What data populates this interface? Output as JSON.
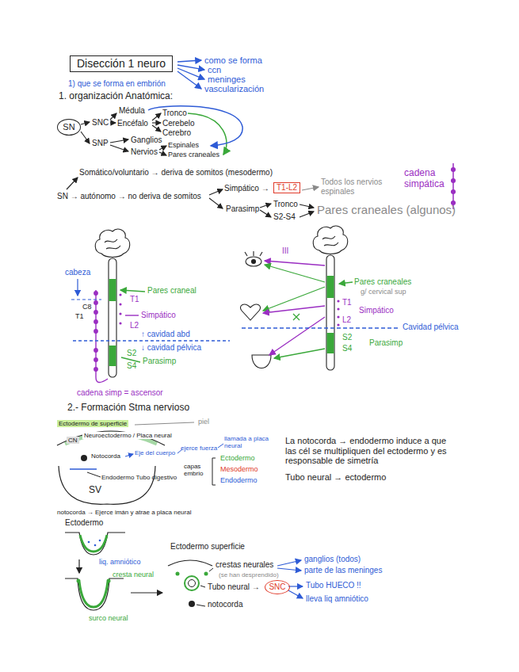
{
  "diagram": {
    "nodes": [
      {
        "text": [
          "Disección 1 neuro"
        ]
      },
      {
        "text": [
          "SN"
        ]
      },
      {
        "text": [
          "T1-L2"
        ]
      },
      {
        "text": [
          "SNC"
        ]
      }
    ],
    "labels": [
      "como se forma",
      "ccn",
      "meninges",
      "vascularización",
      "1) que se forma en embrión",
      "1. organización Anatómica:",
      "SNC",
      "Médula",
      "Encéfalo",
      "Tronco",
      "Cerebelo",
      "Cerebro",
      "SNP",
      "Ganglios",
      "Nervios",
      "Espinales",
      "Pares craneales",
      "Somático/voluntario → deriva de somitos (mesodermo)",
      "SN → autónomo → no deriva de somitos",
      "Simpático →",
      "Todos los nervios espinales",
      "cadena simpática",
      "Parasimp",
      "Tronco",
      "S2-S4",
      "Pares craneales (algunos)",
      "cabeza",
      "C8",
      "T1",
      "Pares craneal",
      "T1",
      "Simpático",
      "L2",
      "↑ cavidad abd",
      "↓ cavidad pélvica",
      "S2",
      "S4",
      "Parasimp",
      "cadena simp = ascensor",
      "III",
      "Pares craneales",
      "g/ cervical sup",
      "T1",
      "Simpático",
      "L2",
      "Cavidad pélvica",
      "S2",
      "S4",
      "Parasimp",
      "2.- Formación Stma nervioso",
      "Ectodermo de superficie",
      "piel",
      "Neuroectodermo / Placa neural",
      "CN",
      "Notocorda",
      "Eje del cuerpo",
      "ejerce fuerza",
      "llamada a placa neural",
      "Ectodermo",
      "capas embrio",
      "Mesodermo",
      "Endodermo",
      "Endodermo Tubo digestivo",
      "SV",
      "notocorda → Ejerce imán y atrae a placa neural",
      "La notocorda → endodermo induce a que las cél se multipliquen del ectodermo y es responsable de simetría",
      "Tubo neural → ectodermo",
      "Ectodermo",
      "liq. amniótico",
      "cresta neural",
      "surco neural",
      "Ectodermo superficie",
      "crestas neurales",
      "(se han desprendido)",
      "ganglios (todos)",
      "parte de las meninges",
      "Tubo neural →",
      "Tubo HUECO !!",
      "lleva liq amniótico",
      "notocorda"
    ]
  }
}
